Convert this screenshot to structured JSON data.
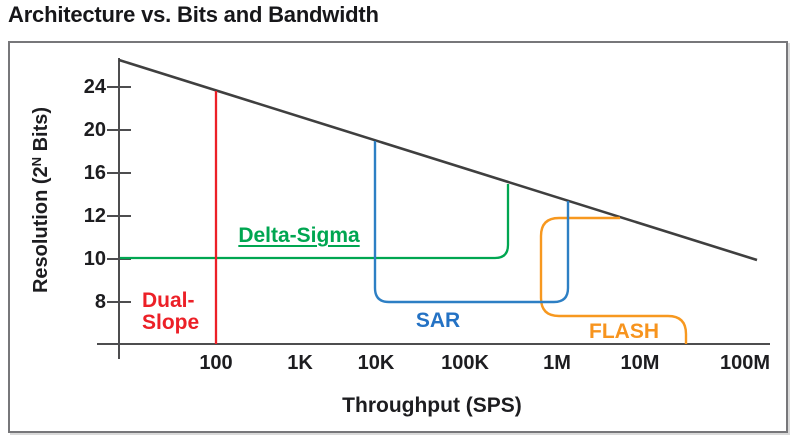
{
  "header": {
    "title": "Architecture vs. Bits and Bandwidth"
  },
  "chart_data": {
    "type": "line",
    "title": "Architecture vs. Bits and Bandwidth",
    "xlabel": "Throughput (SPS)",
    "ylabel": "Resolution (2^N Bits)",
    "ylabel_parts": {
      "pre": "Resolution (2",
      "sup": "N",
      "post": " Bits)"
    },
    "x_axis": {
      "scale": "log",
      "unit": "SPS",
      "tick_labels": [
        "100",
        "1K",
        "10K",
        "100K",
        "1M",
        "10M",
        "100M"
      ]
    },
    "y_axis": {
      "unit": "bits",
      "tick_labels": [
        "24",
        "20",
        "16",
        "12",
        "10",
        "8"
      ]
    },
    "grid": false,
    "legend_position": "inline-labels",
    "series": [
      {
        "name": "resolution-throughput-tradeoff-boundary",
        "label": "",
        "color": "#3f3f3f",
        "shape": "diagonal line",
        "points": [
          {
            "sps": 10,
            "bits": 26.5
          },
          {
            "sps": 130000000,
            "bits": 10
          }
        ]
      },
      {
        "name": "Dual-Slope",
        "label": "Dual-Slope",
        "color": "#ec2027",
        "shape": "vertical line",
        "points": [
          {
            "sps": 100,
            "bits": 0
          },
          {
            "sps": 100,
            "bits": 23.7
          }
        ]
      },
      {
        "name": "Delta-Sigma",
        "label": "Delta-Sigma",
        "color": "#00a651",
        "shape": "horizontal line rising to boundary",
        "points": [
          {
            "sps": 10,
            "bits": 10
          },
          {
            "sps": 200000,
            "bits": 10
          },
          {
            "sps": 300000,
            "bits": 15
          }
        ]
      },
      {
        "name": "SAR",
        "label": "SAR",
        "color": "#2d7fc4",
        "shape": "U curve between boundary points",
        "points": [
          {
            "sps": 10000,
            "bits": 19
          },
          {
            "sps": 10000,
            "bits": 8
          },
          {
            "sps": 1300000,
            "bits": 8
          },
          {
            "sps": 1300000,
            "bits": 13.5
          }
        ]
      },
      {
        "name": "FLASH",
        "label": "FLASH",
        "color": "#f7981f",
        "shape": "stepped curve from boundary to axis",
        "points": [
          {
            "sps": 5000000,
            "bits": 12
          },
          {
            "sps": 700000,
            "bits": 12
          },
          {
            "sps": 700000,
            "bits": 7
          },
          {
            "sps": 20000000,
            "bits": 7
          },
          {
            "sps": 30000000,
            "bits": 0
          }
        ]
      }
    ]
  },
  "annotations": {
    "dual_slope_line1": "Dual-",
    "dual_slope_line2": "Slope",
    "delta_sigma": "Delta-Sigma",
    "sar": "SAR",
    "flash": "FLASH"
  }
}
